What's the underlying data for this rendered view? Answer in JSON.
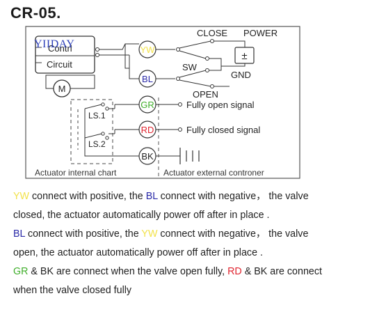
{
  "model": "CR-05.",
  "watermark": "YIIDAY",
  "colors": {
    "YW": "#f2e24a",
    "BL": "#2a2aa8",
    "GR": "#3fae2a",
    "RD": "#e0242f",
    "BK": "#222222"
  },
  "diagram": {
    "control_circuit": [
      "Contrl",
      "Circuit"
    ],
    "motor": "M",
    "terminals": [
      "YW",
      "BL",
      "GR",
      "RD",
      "BK"
    ],
    "limit_switches": [
      "LS.1",
      "LS.2"
    ],
    "close_label": "CLOSE",
    "power_label": "POWER",
    "open_label": "OPEN",
    "sw_label": "SW",
    "gnd_label": "GND",
    "plus_minus": "±",
    "gr_signal": "Fully open signal",
    "rd_signal": "Fully closed signal",
    "internal_caption": "Actuator internal chart",
    "external_caption": "Actuator external controner"
  },
  "description": {
    "p1": {
      "t1": "YW",
      "t2": " connect with positive, the ",
      "t3": "BL",
      "t4": " connect with negative，  the valve",
      "line2": "closed, the actuator automatically power off after in place ."
    },
    "p2": {
      "t1": "BL",
      "t2": " connect with positive, the ",
      "t3": "YW",
      "t4": " connect with negative，  the valve",
      "line2": "open, the actuator automatically power off after in place ."
    },
    "p3": {
      "t1": "GR",
      "t2": " & BK are connect when the valve open fully, ",
      "t3": "RD",
      "t4": " & BK are connect",
      "line2": "when the valve closed fully"
    }
  }
}
